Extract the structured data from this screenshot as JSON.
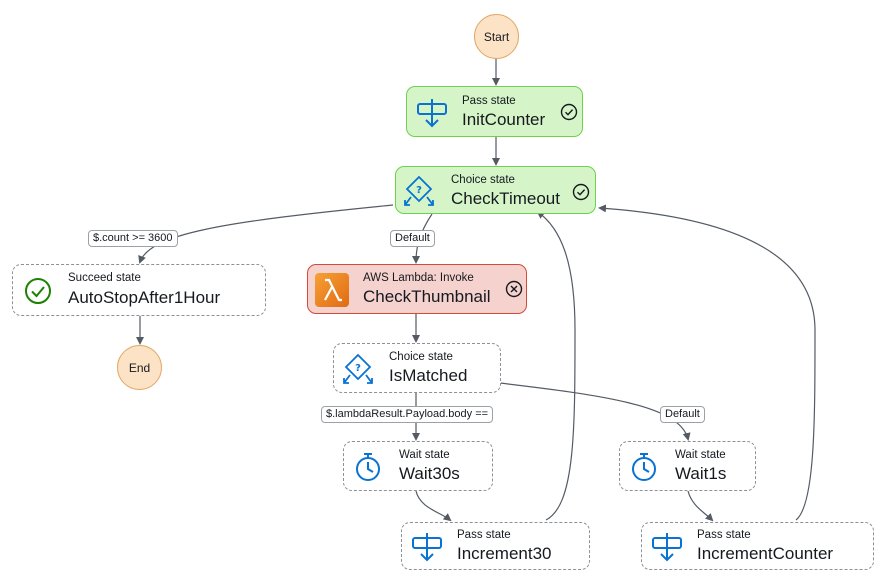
{
  "start": "Start",
  "end": "End",
  "colors": {
    "success": "#1d8102",
    "failed": "#d13212",
    "icon_blue": "#0972d3",
    "terminal": "#fce3c5"
  },
  "nodes": {
    "init_counter": {
      "kind": "Pass state",
      "title": "InitCounter",
      "icon": "pass-icon",
      "status": "succeeded-icon"
    },
    "check_timeout": {
      "kind": "Choice state",
      "title": "CheckTimeout",
      "icon": "choice-icon",
      "status": "succeeded-icon"
    },
    "auto_stop": {
      "kind": "Succeed state",
      "title": "AutoStopAfter1Hour",
      "icon": "succeed-icon"
    },
    "check_thumb": {
      "kind": "AWS Lambda: Invoke",
      "title": "CheckThumbnail",
      "icon": "lambda-icon",
      "status": "failed-icon"
    },
    "is_matched": {
      "kind": "Choice state",
      "title": "IsMatched",
      "icon": "choice-icon"
    },
    "wait30": {
      "kind": "Wait state",
      "title": "Wait30s",
      "icon": "wait-icon"
    },
    "wait1": {
      "kind": "Wait state",
      "title": "Wait1s",
      "icon": "wait-icon"
    },
    "increment30": {
      "kind": "Pass state",
      "title": "Increment30",
      "icon": "pass-icon"
    },
    "increment_counter": {
      "kind": "Pass state",
      "title": "IncrementCounter",
      "icon": "pass-icon"
    }
  },
  "edge_labels": {
    "count_cond": "$.count >= 3600",
    "default_1": "Default",
    "payload_cond": "$.lambdaResult.Payload.body ==",
    "default_2": "Default"
  }
}
